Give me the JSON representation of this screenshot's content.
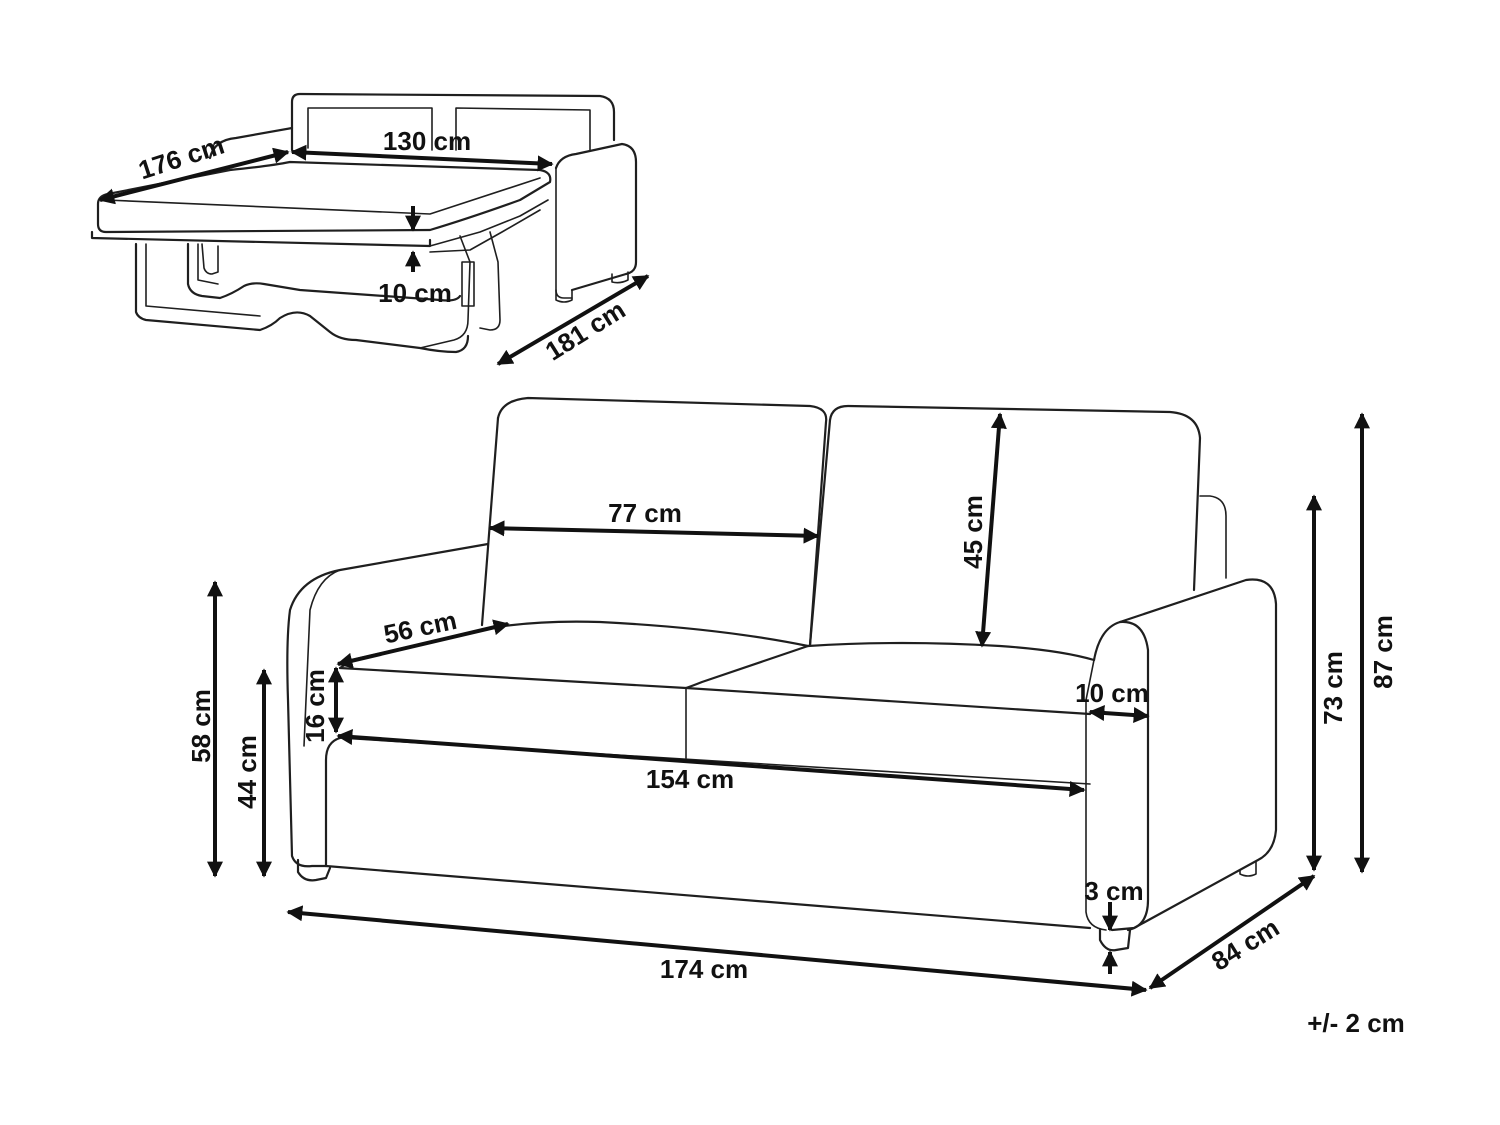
{
  "dimensions": {
    "bed_length": "176 cm",
    "bed_width": "130 cm",
    "mattress_thickness": "10 cm",
    "open_depth": "181 cm",
    "backrest_width": "77 cm",
    "backrest_height": "45 cm",
    "seat_depth": "56 cm",
    "cushion_height": "16 cm",
    "arm_height": "58 cm",
    "seat_height": "44 cm",
    "seat_width": "154 cm",
    "arm_width": "10 cm",
    "leg_height": "3 cm",
    "total_width": "174 cm",
    "total_depth": "84 cm",
    "back_height_inner": "73 cm",
    "total_height": "87 cm"
  },
  "tolerance": "+/- 2 cm"
}
